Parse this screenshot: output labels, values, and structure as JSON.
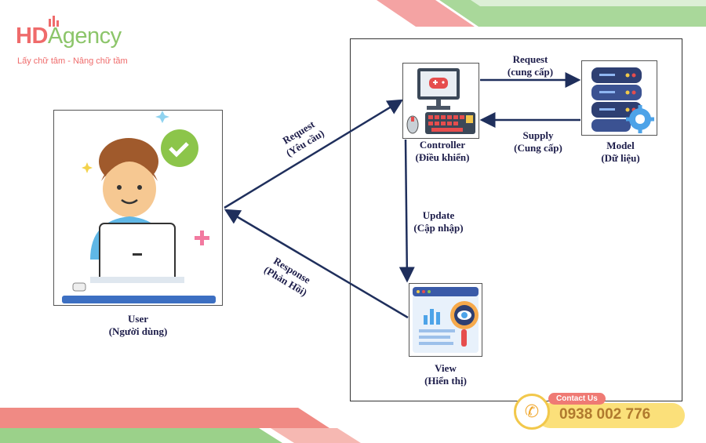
{
  "brand": {
    "name_hd": "HD",
    "name_agency": "Agency",
    "tagline": "Lấy chữ tâm - Nâng chữ tầm"
  },
  "nodes": {
    "user": {
      "label": "User",
      "sublabel": "(Người dùng)"
    },
    "controller": {
      "label": "Controller",
      "sublabel": "(Điều khiển)"
    },
    "model": {
      "label": "Model",
      "sublabel": "(Dữ liệu)"
    },
    "view": {
      "label": "View",
      "sublabel": "(Hiển thị)"
    }
  },
  "edges": {
    "user_to_controller": {
      "label": "Request",
      "sublabel": "(Yêu cầu)"
    },
    "controller_to_model": {
      "label": "Request",
      "sublabel": "(cung cấp)"
    },
    "model_to_controller": {
      "label": "Supply",
      "sublabel": "(Cung cấp)"
    },
    "controller_to_view": {
      "label": "Update",
      "sublabel": "(Cập nhập)"
    },
    "view_to_user": {
      "label": "Response",
      "sublabel": "(Phản Hồi)"
    }
  },
  "contact": {
    "badge": "Contact Us",
    "phone": "0938 002 776"
  },
  "colors": {
    "arrow": "#1f2f5c",
    "brand_red": "#ef6b6b",
    "brand_green": "#8cc56a"
  }
}
